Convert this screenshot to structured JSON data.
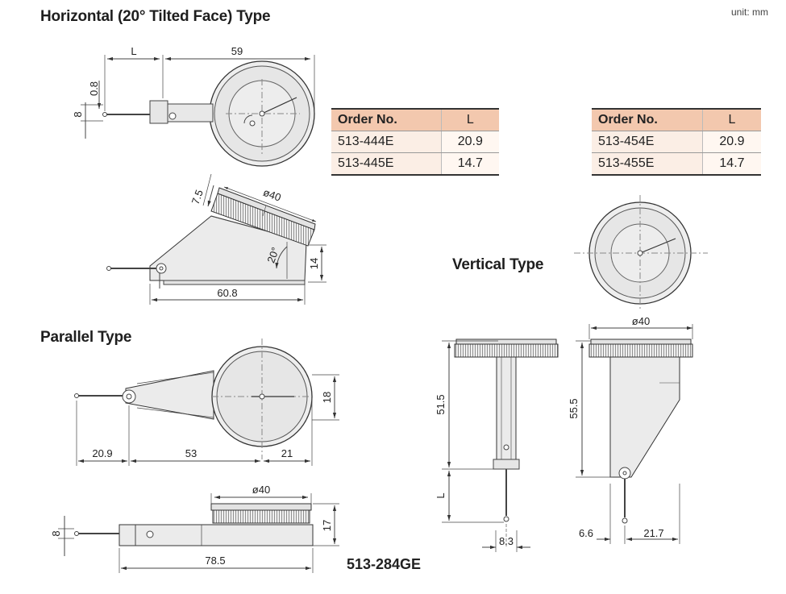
{
  "headings": {
    "horizontal": "Horizontal (20° Tilted Face) Type",
    "parallel": "Parallel Type",
    "vertical": "Vertical Type"
  },
  "unit": "unit: mm",
  "model": "513-284GE",
  "table_left": {
    "headers": [
      "Order No.",
      "L"
    ],
    "rows": [
      [
        "513-444E",
        "20.9"
      ],
      [
        "513-445E",
        "14.7"
      ]
    ]
  },
  "table_right": {
    "headers": [
      "Order No.",
      "L"
    ],
    "rows": [
      [
        "513-454E",
        "20.9"
      ],
      [
        "513-455E",
        "14.7"
      ]
    ]
  },
  "dims": {
    "L": "L",
    "d59": "59",
    "d08": "0.8",
    "d8": "8",
    "d75": "7.5",
    "dia40": "ø40",
    "ang20": "20°",
    "d14": "14",
    "d608": "60.8",
    "d18": "18",
    "d209": "20.9",
    "d53": "53",
    "d21": "21",
    "d17": "17",
    "d785": "78.5",
    "d515": "51.5",
    "d555": "55.5",
    "d83": "8.3",
    "d66": "6.6",
    "d217": "21.7"
  },
  "colors": {
    "table_header": "#f3c8ae",
    "table_row": "#fbeee5",
    "body_fill": "#ebebeb"
  }
}
